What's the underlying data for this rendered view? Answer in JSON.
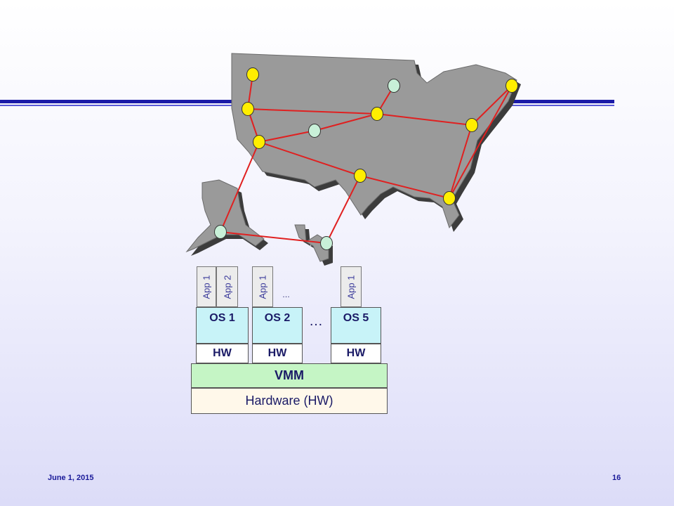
{
  "apps": {
    "os1_app1": "App 1",
    "os1_app2": "App 2",
    "os2_app1": "App 1",
    "os2_more": "…",
    "os5_app1": "App 1"
  },
  "os": {
    "os1": "OS 1",
    "os2": "OS 2",
    "os5": "OS 5",
    "more": "…"
  },
  "hw": {
    "hw1": "HW",
    "hw2": "HW",
    "hw5": "HW"
  },
  "vmm": "VMM",
  "hardware": "Hardware (HW)",
  "footer": {
    "date": "June 1, 2015",
    "page": "16"
  },
  "colors": {
    "link": "#e02020",
    "node_yellow": "#ffee00",
    "node_green": "#c8f0d8",
    "map_fill": "#9a9a9a",
    "map_shadow": "#3c3c3c",
    "title_bar": "#1a1aa8",
    "os_fill": "#c8f3f8",
    "vmm_fill": "#c5f5c5",
    "hardware_fill": "#fff8ea"
  }
}
